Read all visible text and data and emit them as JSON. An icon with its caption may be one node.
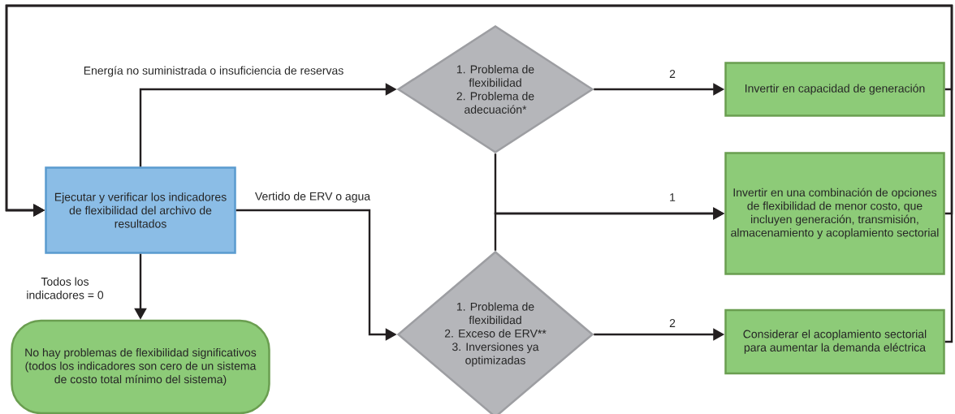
{
  "diagram": {
    "nodes": [
      {
        "text": [
          "Ejecutar y verificar los indicadores de flexibilidad del archivo de resultados"
        ]
      },
      {
        "text": [
          "1. Problema de flexibilidad",
          "2. Problema de adecuación*"
        ]
      },
      {
        "text": [
          "Invertir en capacidad de generación"
        ]
      },
      {
        "text": [
          "Invertir en una combinación de opciones de flexibilidad de menor costo, que incluyen generación, transmisión, almacenamiento y acoplamiento sectorial"
        ]
      },
      {
        "text": [
          "No hay problemas de flexibilidad significativos (todos los indicadores son cero de un sistema de costo total mínimo del sistema)"
        ]
      },
      {
        "text": [
          "1. Problema de flexibilidad",
          "2. Exceso de ERV**",
          "3. Inversiones ya optimizadas"
        ]
      },
      {
        "text": [
          "Considerar el acoplamiento sectorial para aumentar la demanda eléctrica"
        ]
      }
    ],
    "edges": [
      {
        "from": 0,
        "to": 1,
        "arrow": "to",
        "label": "Energía no suministrada o insuficiencia de reservas"
      },
      {
        "from": 0,
        "to": 5,
        "arrow": "to",
        "label": "Vertido de ERV o agua"
      },
      {
        "from": 0,
        "to": 4,
        "arrow": "to",
        "label": "Todos los indicadores = 0"
      },
      {
        "from": 1,
        "to": 2,
        "arrow": "to",
        "label": "2"
      },
      {
        "from": 1,
        "to": 3,
        "arrow": "to",
        "label": "1"
      },
      {
        "from": 5,
        "to": 3,
        "arrow": "to"
      },
      {
        "from": 5,
        "to": 6,
        "arrow": "to",
        "label": "2"
      },
      {
        "from": 2,
        "to": 0,
        "arrow": "to"
      },
      {
        "from": 3,
        "to": 0,
        "arrow": "to"
      },
      {
        "from": 6,
        "to": 0,
        "arrow": "to"
      }
    ]
  }
}
